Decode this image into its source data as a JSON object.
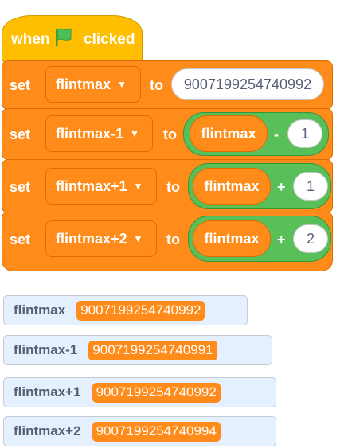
{
  "hat": {
    "when_label": "when",
    "clicked_label": "clicked",
    "flag_icon": "green-flag-icon"
  },
  "blocks": [
    {
      "set_label": "set",
      "variable": "flintmax",
      "to_label": "to",
      "value": "9007199254740992"
    },
    {
      "set_label": "set",
      "variable": "flintmax-1",
      "to_label": "to",
      "reporter": "flintmax",
      "operator": "-",
      "operand": "1"
    },
    {
      "set_label": "set",
      "variable": "flintmax+1",
      "to_label": "to",
      "reporter": "flintmax",
      "operator": "+",
      "operand": "1"
    },
    {
      "set_label": "set",
      "variable": "flintmax+2",
      "to_label": "to",
      "reporter": "flintmax",
      "operator": "+",
      "operand": "2"
    }
  ],
  "monitors": [
    {
      "label": "flintmax",
      "value": "9007199254740992"
    },
    {
      "label": "flintmax-1",
      "value": "9007199254740991"
    },
    {
      "label": "flintmax+1",
      "value": "9007199254740992"
    },
    {
      "label": "flintmax+2",
      "value": "9007199254740994"
    }
  ],
  "colors": {
    "events": "#ffbf00",
    "variables": "#ff8c1a",
    "operators": "#59c059",
    "monitor_bg": "#e5f0ff"
  }
}
